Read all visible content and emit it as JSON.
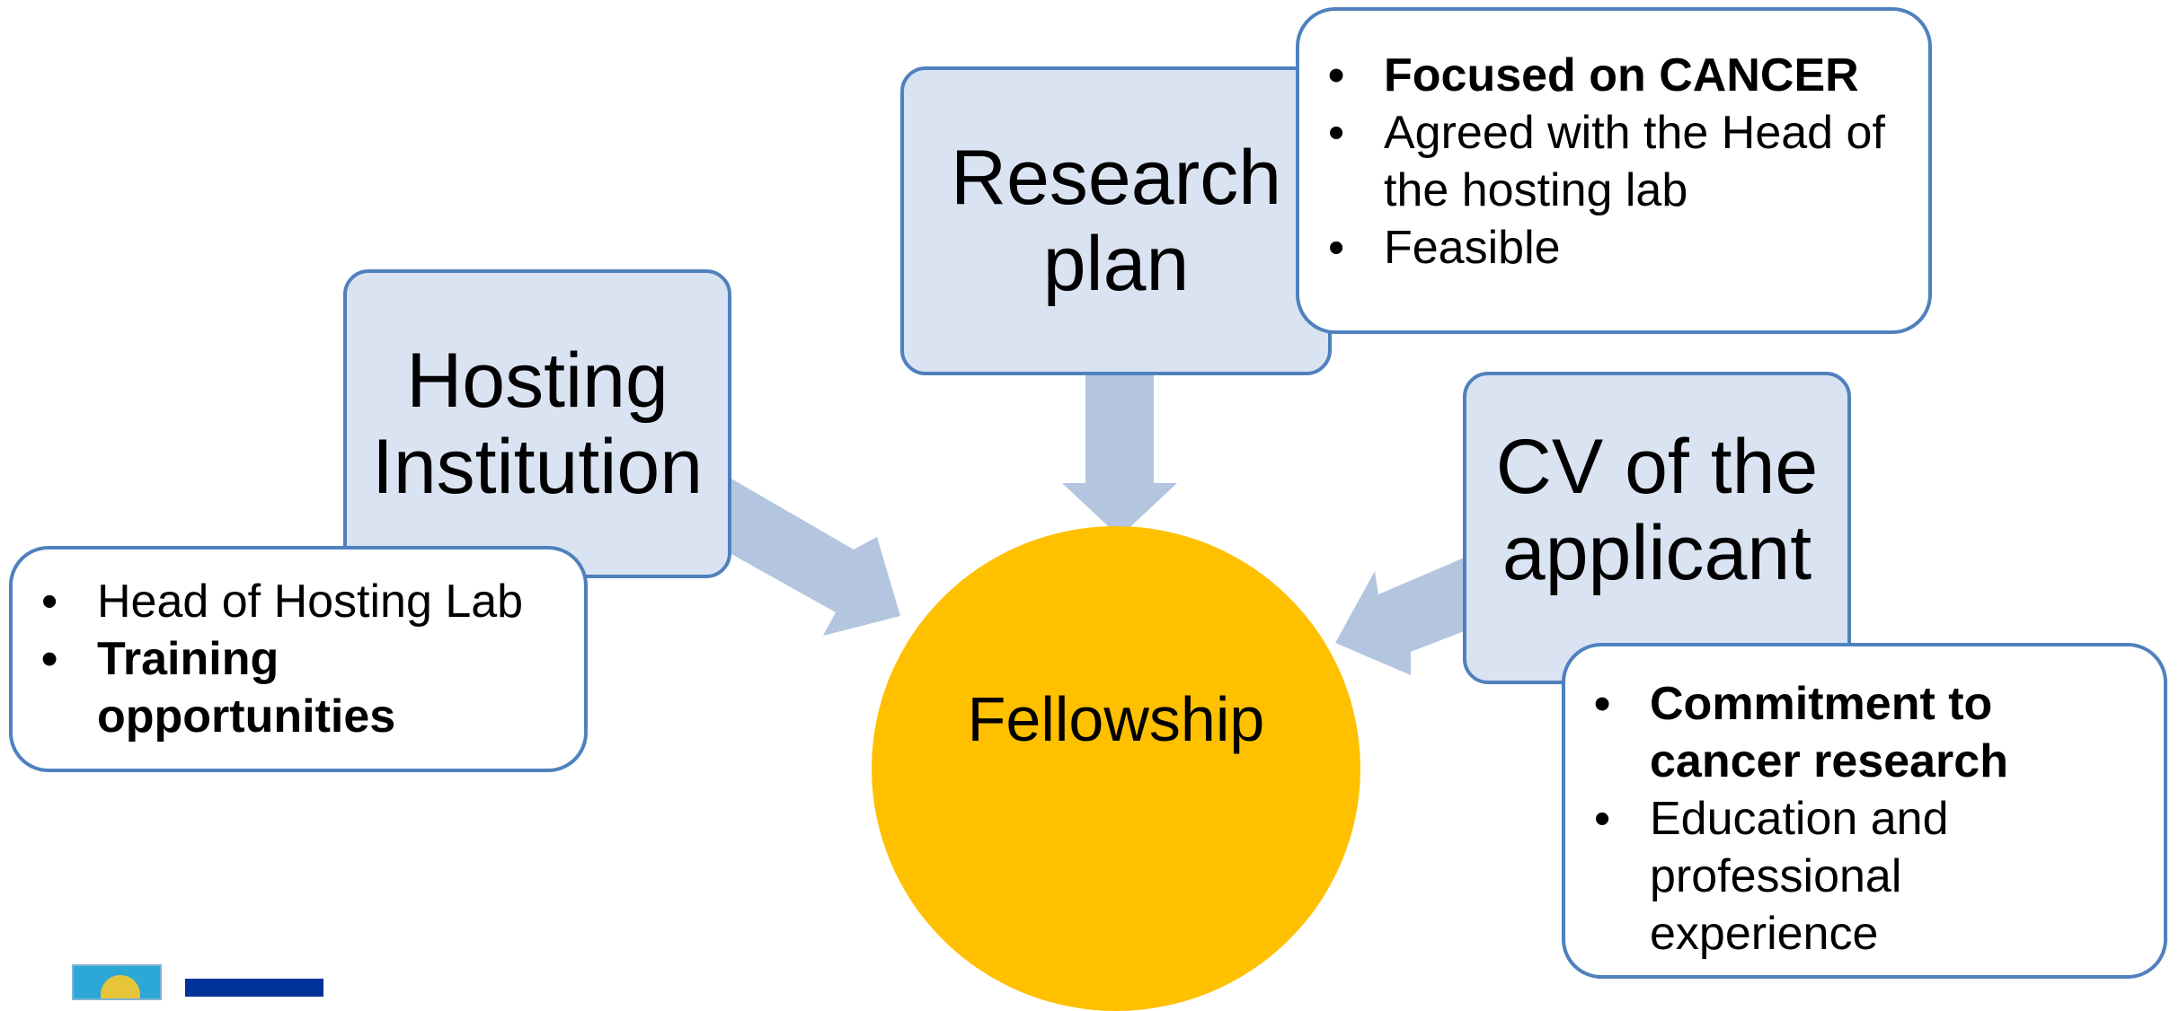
{
  "center": {
    "label": "Fellowship"
  },
  "nodes": {
    "research": {
      "title_lines": [
        "Research",
        "plan"
      ],
      "bullets": [
        {
          "text": "Focused on CANCER",
          "bold": true
        },
        {
          "text": "Agreed with the Head of the hosting lab",
          "bold": false
        },
        {
          "text": "Feasible",
          "bold": false
        }
      ]
    },
    "hosting": {
      "title_lines": [
        "Hosting",
        "Institution"
      ],
      "bullets": [
        {
          "text": "Head of Hosting Lab",
          "bold": false
        },
        {
          "text": "Training opportunities",
          "bold": true
        }
      ]
    },
    "cv": {
      "title_lines": [
        "CV of the",
        "applicant"
      ],
      "bullets": [
        {
          "text": "Commitment to cancer research",
          "bold": true
        },
        {
          "text": "Education and professional experience",
          "bold": false
        }
      ]
    }
  },
  "colors": {
    "box_fill": "#dae3f2",
    "box_border": "#4f81bd",
    "arrow": "#b4c5df",
    "center_fill": "#ffc000"
  },
  "logos": [
    "logo-left",
    "logo-eu-flag"
  ]
}
